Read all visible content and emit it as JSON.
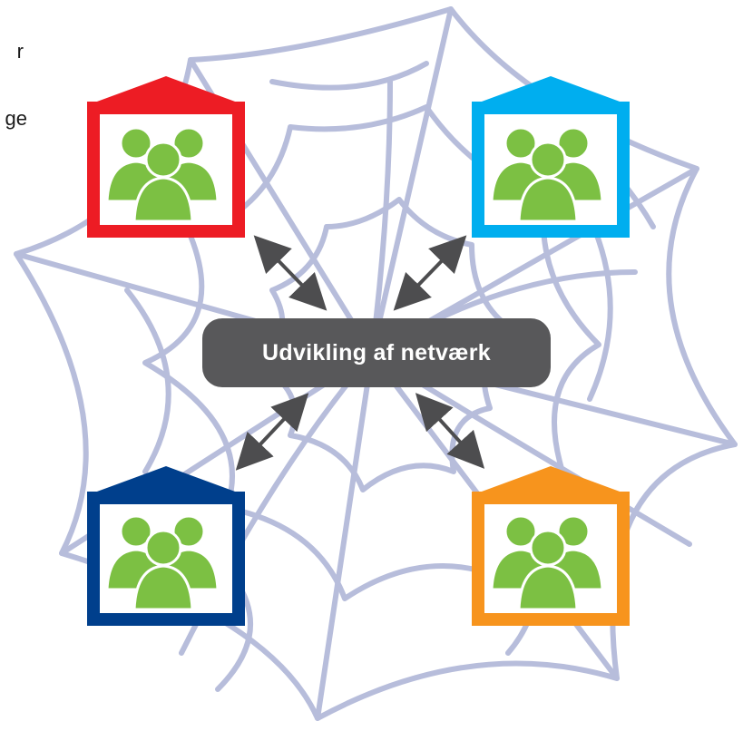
{
  "fragments": [
    "r",
    "ge"
  ],
  "center_label": "Udvikling af netværk",
  "colors": {
    "web": "#b7bddb",
    "arrow": "#4d4d4f",
    "center_box": "#58585a",
    "people": "#7cc043",
    "houses": [
      "#ed1c24",
      "#00aeef",
      "#003f8c",
      "#f7941d"
    ]
  },
  "houses": [
    {
      "name": "red-house",
      "color": "#ed1c24"
    },
    {
      "name": "cyan-house",
      "color": "#00aeef"
    },
    {
      "name": "navy-house",
      "color": "#003f8c"
    },
    {
      "name": "orange-house",
      "color": "#f7941d"
    }
  ]
}
